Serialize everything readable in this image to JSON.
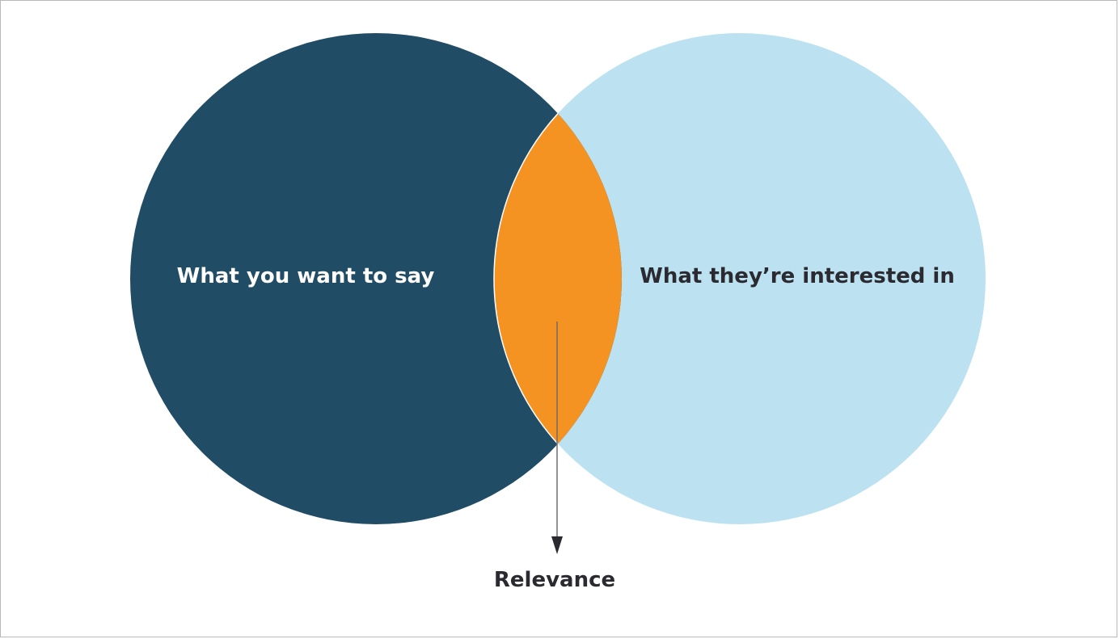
{
  "diagram": {
    "type": "venn",
    "left_set": {
      "label": "What you want to say",
      "fill": "#204c66",
      "text_color": "#ffffff"
    },
    "right_set": {
      "label": "What they’re interested in",
      "fill": "#bce2f2",
      "text_color": "#2a2a30"
    },
    "intersection": {
      "label": "Relevance",
      "fill": "#f59322",
      "text_color": "#2a2a30"
    },
    "arrow_color": "#6e6e6e",
    "arrowhead_color": "#2a2a30"
  }
}
